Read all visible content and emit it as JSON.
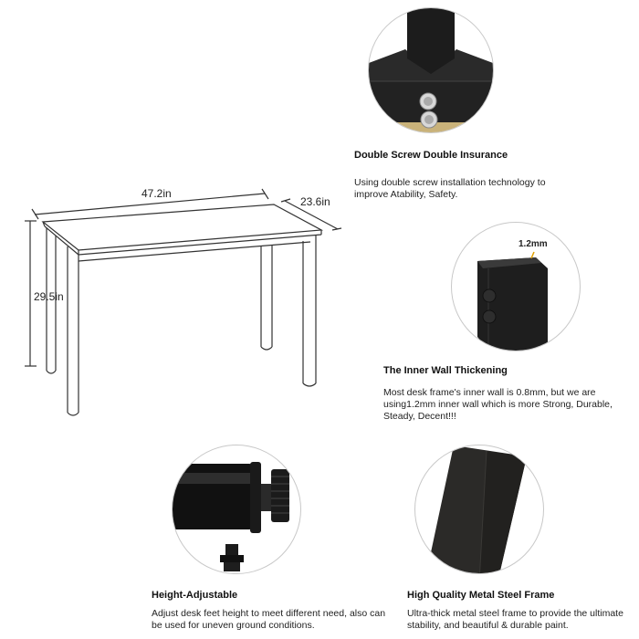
{
  "diagram": {
    "dimensions": {
      "width": "47.2in",
      "depth": "23.6in",
      "height": "29.5in"
    }
  },
  "features": [
    {
      "title": "Double Screw Double Insurance",
      "description": "Using double screw installation technology to improve Atability, Safety."
    },
    {
      "title": "The Inner Wall Thickening",
      "description": "Most desk frame's inner wall is 0.8mm, but we are using1.2mm inner wall which is more Strong, Durable, Steady, Decent!!!",
      "callout": "1.2mm"
    },
    {
      "title": "Height-Adjustable",
      "description": "Adjust desk feet height to meet different need, also can be used for uneven ground conditions."
    },
    {
      "title": "High Quality Metal Steel Frame",
      "description": "Ultra-thick metal steel frame to provide the ultimate stability, and beautiful & durable paint."
    }
  ]
}
